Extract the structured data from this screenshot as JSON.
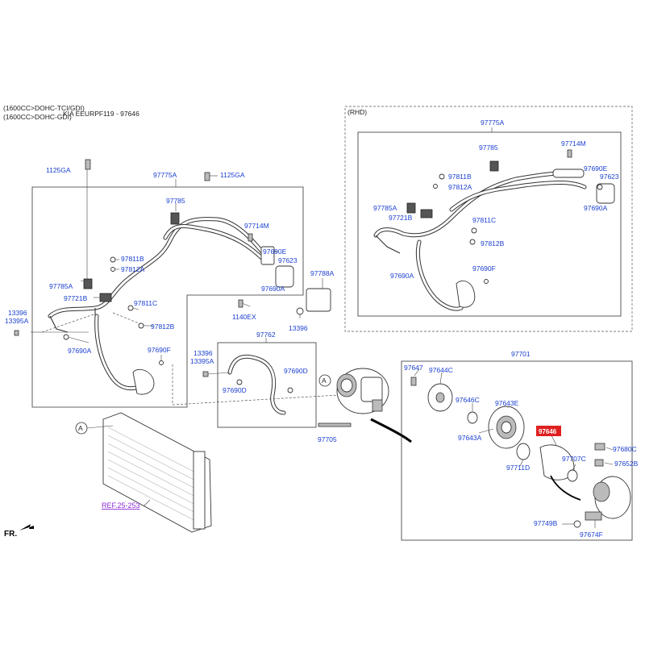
{
  "header": {
    "line1": "(1600CC>DOHC-TCI/GDI)",
    "line2": "(1600CC>DOHC-GDI)",
    "catalog": "KIA EEURPF119 - 97646"
  },
  "rhd_label": "(RHD)",
  "ref_label": "REF.25-253",
  "fr_label": "FR.",
  "circle_a": "A",
  "highlight_part": "97646",
  "parts": {
    "p1125ga_left": "1125GA",
    "p97775a_left": "97775A",
    "p1125ga_right": "1125GA",
    "p97785_left": "97785",
    "p97714m_left": "97714M",
    "p97690e_left": "97690E",
    "p97623_left": "97623",
    "p97811b_left": "97811B",
    "p97812a_left": "97812A",
    "p97785a_left": "97785A",
    "p97721b_left": "97721B",
    "p97690a_left_top": "97690A",
    "p97788a": "97788A",
    "p13396_left": "13396",
    "p13395a_left": "13395A",
    "p97811c_left": "97811C",
    "p97812b_left": "97812B",
    "p1140ex": "1140EX",
    "p13396_mid": "13396",
    "p97690a_left": "97690A",
    "p97690f_left": "97690F",
    "p97762": "97762",
    "p13396_pipe": "13396",
    "p13395a_pipe": "13395A",
    "p97690d_top": "97690D",
    "p97690d_left": "97690D",
    "p97705": "97705",
    "p97775a_rhd": "97775A",
    "p97785_rhd": "97785",
    "p97714m_rhd": "97714M",
    "p97690e_rhd": "97690E",
    "p97623_rhd": "97623",
    "p97811b_rhd": "97811B",
    "p97812a_rhd": "97812A",
    "p97785a_rhd": "97785A",
    "p97721b_rhd": "97721B",
    "p97690a_rhd_r": "97690A",
    "p97811c_rhd": "97811C",
    "p97812b_rhd": "97812B",
    "p97690a_rhd": "97690A",
    "p97690f_rhd": "97690F",
    "p97701": "97701",
    "p97647": "97647",
    "p97644c": "97644C",
    "p97646c": "97646C",
    "p97643e": "97643E",
    "p97643a": "97643A",
    "p97711d": "97711D",
    "p97707c": "97707C",
    "p97680c": "97680C",
    "p97652b": "97652B",
    "p97749b": "97749B",
    "p97674f": "97674F"
  },
  "colors": {
    "part_number": "#1a3fd0",
    "highlight": "#e02020",
    "reference": "#8a2bd6"
  }
}
